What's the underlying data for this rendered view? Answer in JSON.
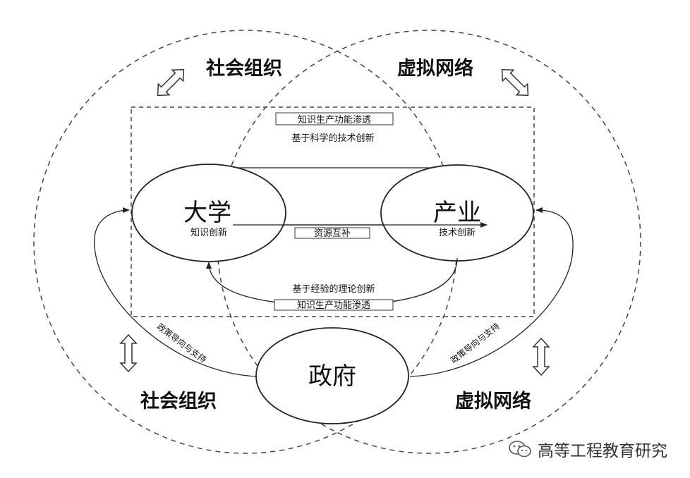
{
  "spheres": {
    "social_top": "社会组织",
    "virtual_top": "虚拟网络",
    "social_bottom": "社会组织",
    "virtual_bottom": "虚拟网络"
  },
  "nodes": {
    "university": {
      "title": "大学",
      "subtitle": "知识创新"
    },
    "industry": {
      "title": "产业",
      "subtitle": "技术创新"
    },
    "government": {
      "title": "政府"
    }
  },
  "labels": {
    "penetration_top": "知识生产功能渗透",
    "science_innovation": "基于科学的技术创新",
    "resource_complement": "资源互补",
    "experience_innovation": "基于经验的理论创新",
    "penetration_bottom": "知识生产功能渗透",
    "policy_left": "政策导向与支持",
    "policy_right": "政策导向与支持"
  },
  "watermark": {
    "text": "高等工程教育研究",
    "icon": "wechat-icon"
  }
}
